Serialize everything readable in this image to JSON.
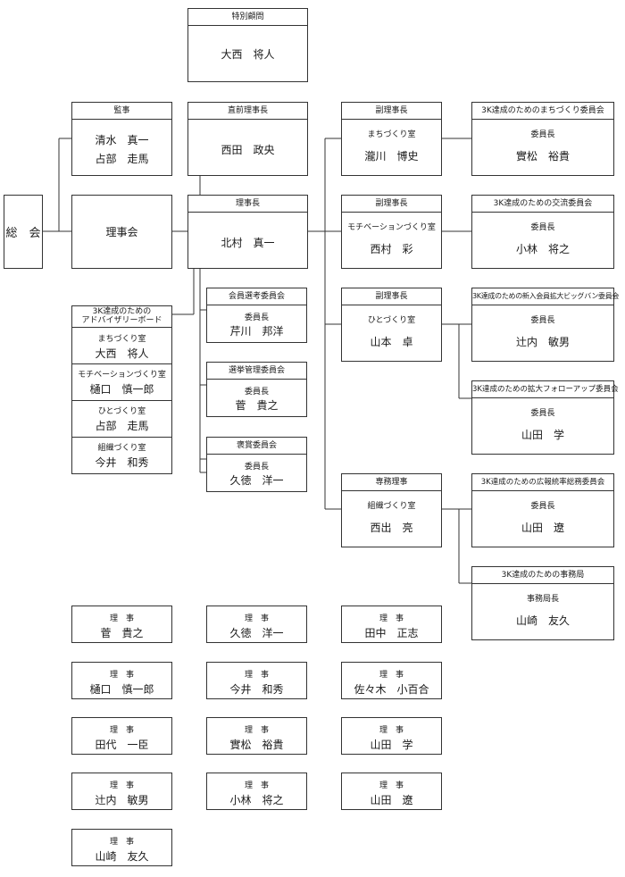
{
  "special_advisor": {
    "title": "特別顧問",
    "name": "大西　将人"
  },
  "general_assembly": {
    "label": "総　会"
  },
  "auditor": {
    "title": "監事",
    "names": [
      "清水　真一",
      "占部　走馬"
    ]
  },
  "board": {
    "label": "理事会"
  },
  "former_chair": {
    "title": "直前理事長",
    "name": "西田　政央"
  },
  "chair": {
    "title": "理事長",
    "name": "北村　真一"
  },
  "advisory_board": {
    "title_line1": "3K達成のための",
    "title_line2": "アドバイザリーボード",
    "rooms": [
      {
        "room": "まちづくり室",
        "name": "大西　将人"
      },
      {
        "room": "モチベーションづくり室",
        "name": "樋口　慎一郎"
      },
      {
        "room": "ひとづくり室",
        "name": "占部　走馬"
      },
      {
        "room": "組織づくり室",
        "name": "今井　和秀"
      }
    ]
  },
  "committees_center": [
    {
      "title": "会員選考委員会",
      "role": "委員長",
      "name": "芹川　邦洋"
    },
    {
      "title": "選挙管理委員会",
      "role": "委員長",
      "name": "菅　貴之"
    },
    {
      "title": "褒賞委員会",
      "role": "委員長",
      "name": "久徳　洋一"
    }
  ],
  "vice_chairs": [
    {
      "title": "副理事長",
      "room": "まちづくり室",
      "name": "瀧川　博史"
    },
    {
      "title": "副理事長",
      "room": "モチベーションづくり室",
      "name": "西村　彩"
    },
    {
      "title": "副理事長",
      "room": "ひとづくり室",
      "name": "山本　卓"
    }
  ],
  "executive_director": {
    "title": "専務理事",
    "room": "組織づくり室",
    "name": "西出　亮"
  },
  "committees_right": [
    {
      "title": "3K達成のためのまちづくり委員会",
      "role": "委員長",
      "name": "實松　裕貴"
    },
    {
      "title": "3K達成のための交流委員会",
      "role": "委員長",
      "name": "小林　将之"
    },
    {
      "title": "3K達成のための新入会員拡大ビッグバン委員会",
      "role": "委員長",
      "name": "辻内　敏男"
    },
    {
      "title": "3K達成のための拡大フォローアップ委員会",
      "role": "委員長",
      "name": "山田　学"
    },
    {
      "title": "3K達成のための広報統率総務委員会",
      "role": "委員長",
      "name": "山田　遼"
    },
    {
      "title": "3K達成のための事務局",
      "role": "事務局長",
      "name": "山崎　友久"
    }
  ],
  "directors": [
    {
      "title": "理　事",
      "name": "菅　貴之"
    },
    {
      "title": "理　事",
      "name": "久徳　洋一"
    },
    {
      "title": "理　事",
      "name": "田中　正志"
    },
    {
      "title": "理　事",
      "name": "樋口　慎一郎"
    },
    {
      "title": "理　事",
      "name": "今井　和秀"
    },
    {
      "title": "理　事",
      "name": "佐々木　小百合"
    },
    {
      "title": "理　事",
      "name": "田代　一臣"
    },
    {
      "title": "理　事",
      "name": "實松　裕貴"
    },
    {
      "title": "理　事",
      "name": "山田　学"
    },
    {
      "title": "理　事",
      "name": "辻内　敏男"
    },
    {
      "title": "理　事",
      "name": "小林　将之"
    },
    {
      "title": "理　事",
      "name": "山田　遼"
    },
    {
      "title": "理　事",
      "name": "山崎　友久"
    }
  ]
}
